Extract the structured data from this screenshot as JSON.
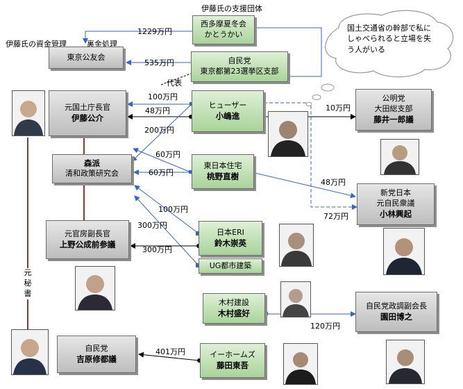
{
  "labels": {
    "support_group": "伊藤氏の支援団体",
    "fund_management": "伊藤氏の資金管理",
    "back_processing": "裏金処理",
    "representative": "代表",
    "former_secretary": "元秘書",
    "speech_bubble": "国土交通省の幹部で私にしゃべられると立場を失う人がいる"
  },
  "nodes": {
    "nishitama": {
      "line1": "西多摩夏冬会",
      "line2": "かとうかい"
    },
    "tokyo_koyukai": {
      "line1": "東京公友会"
    },
    "jiminto_23": {
      "line1": "自民党",
      "line2": "東京都第23選挙区支部"
    },
    "ito": {
      "line1": "元国土庁長官",
      "line2": "伊藤公介"
    },
    "huser": {
      "line1": "ヒューザー",
      "line2": "小嶋進"
    },
    "komeito": {
      "line1": "公明党",
      "line2": "大田総支部",
      "line3": "藤井一郎議"
    },
    "morihabatsu": {
      "line1": "森派",
      "line2": "清和政策研究会"
    },
    "higashinihon": {
      "line1": "東日本住宅",
      "line2": "桃野直樹"
    },
    "shinto": {
      "line1": "新党日本",
      "line2": "元自民衆議",
      "line3": "小林興起"
    },
    "ueno": {
      "line1": "元官房副長官",
      "line2": "上野公成前参議"
    },
    "eri": {
      "line1": "日本ERI",
      "line2": "鈴木崇英"
    },
    "ug": {
      "line1": "UG都市建築"
    },
    "kimura": {
      "line1": "木村建設",
      "line2": "木村盛好"
    },
    "sonoda": {
      "line1": "自民党政調副会長",
      "line2": "園田博之"
    },
    "yoshihara": {
      "line1": "自民党",
      "line2": "吉原修都議"
    },
    "ehomes": {
      "line1": "イーホームズ",
      "line2": "藤田東吾"
    }
  },
  "amounts": {
    "a1229": "1229万円",
    "a535": "535万円",
    "a100a": "100万円",
    "a48a": "48万円",
    "a200": "200万円",
    "a10": "10万円",
    "a60a": "60万円",
    "a60b": "60万円",
    "a48b": "48万円",
    "a72": "72万円",
    "a100b": "100万円",
    "a300a": "300万円",
    "a300b": "300万円",
    "a120": "120万円",
    "a401": "401万円"
  },
  "colors": {
    "arrow_blue": "#3366cc",
    "arrow_black": "#000000",
    "link_brown": "#8b3a2a",
    "box_green": "#b8dcaa",
    "box_gray": "#cfcfcf"
  }
}
